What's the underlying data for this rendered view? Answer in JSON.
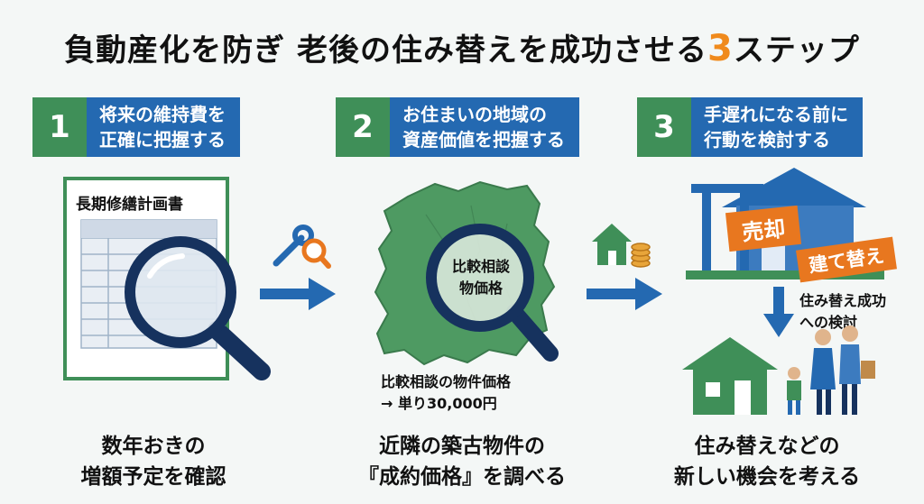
{
  "title": {
    "main": "負動産化を防ぎ 老後の住み替えを成功させる",
    "accent": "3",
    "suffix": "ステップ"
  },
  "steps": [
    {
      "number": "1",
      "title": "将来の維持費を\n正確に把握する",
      "doc_label": "長期修繕計画書",
      "caption": "数年おきの\n増額予定を確認"
    },
    {
      "number": "2",
      "title": "お住まいの地域の\n資産価値を把握する",
      "lens_label": "比較相談\n物価格",
      "price_note": "比較相談の物件価格\n→ 単り30,000円",
      "caption": "近隣の築古物件の\n『成約価格』を調べる"
    },
    {
      "number": "3",
      "title": "手遅れになる前に\n行動を検討する",
      "tag_sell": "売却",
      "tag_rebuild": "建て替え",
      "move_note": "住み替え成功\nへの検討",
      "caption": "住み替えなどの\n新しい機会を考える"
    }
  ],
  "colors": {
    "green": "#3f8f58",
    "blue": "#2469b1",
    "orange": "#e8771f",
    "navy": "#16325e",
    "map_green": "#4e9a62"
  },
  "icons": [
    "wrench-icon",
    "search-icon",
    "arrow-right-icon",
    "house-coins-icon",
    "arrow-down-icon"
  ]
}
